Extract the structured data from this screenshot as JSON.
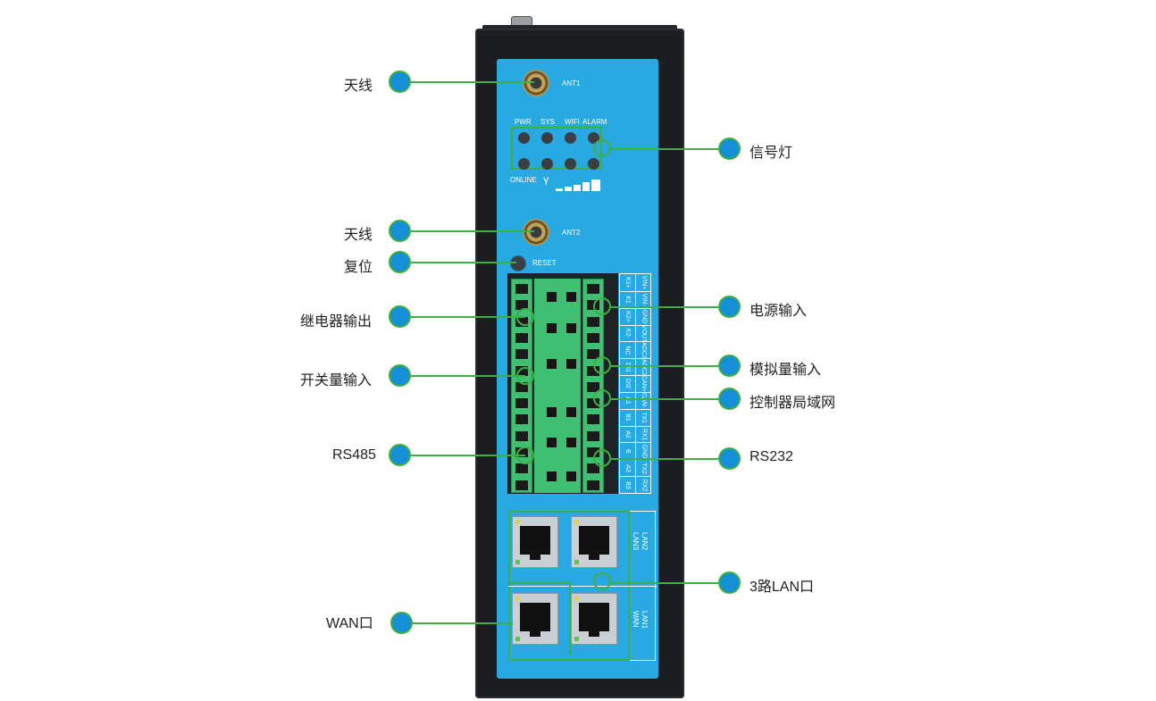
{
  "callouts_left": [
    {
      "id": "ant1",
      "label": "天线"
    },
    {
      "id": "ant2",
      "label": "天线"
    },
    {
      "id": "reset",
      "label": "复位"
    },
    {
      "id": "relay",
      "label": "继电器输出"
    },
    {
      "id": "switch",
      "label": "开关量输入"
    },
    {
      "id": "rs485",
      "label": "RS485"
    },
    {
      "id": "wan",
      "label": "WAN口"
    }
  ],
  "callouts_right": [
    {
      "id": "signal",
      "label": "信号灯"
    },
    {
      "id": "power",
      "label": "电源输入"
    },
    {
      "id": "analog",
      "label": "模拟量输入"
    },
    {
      "id": "can",
      "label": "控制器局域网"
    },
    {
      "id": "rs232",
      "label": "RS232"
    },
    {
      "id": "lan3",
      "label": "3路LAN口"
    }
  ],
  "device": {
    "ant1_label": "ANT1",
    "ant2_label": "ANT2",
    "reset_label": "RESET",
    "leds_top": [
      "PWR",
      "SYS",
      "WIFI",
      "ALARM"
    ],
    "online_label": "ONLINE",
    "terminal_left": [
      "K1+",
      "K1",
      "K2+",
      "K2-",
      "NC",
      "DI1",
      "DI2",
      "A1",
      "B1",
      "A2",
      "B",
      "A3",
      "B3"
    ],
    "terminal_right": [
      "VIN+",
      "VIN-",
      "GND",
      "VOUT",
      "ADC1",
      "ADC2",
      "CAN+",
      "CAN-",
      "TX1",
      "RX1",
      "GND",
      "TX2",
      "RX2"
    ],
    "lan_labels": {
      "upper": [
        "LAN2",
        "LAN3"
      ],
      "lower": [
        "LAN1",
        "WAN"
      ]
    }
  },
  "colors": {
    "panel": "#29a9e1",
    "body": "#1b1d21",
    "terminal": "#3fbf71",
    "callout_line": "#3cb043",
    "dot": "#148fd8"
  }
}
